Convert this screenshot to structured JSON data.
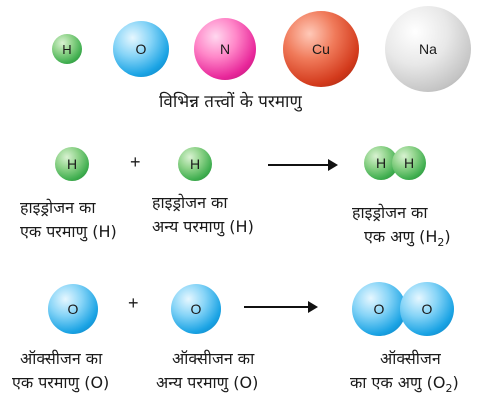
{
  "top_row": {
    "atoms": [
      "H",
      "O",
      "N",
      "Cu",
      "Na"
    ],
    "caption": "विभिन्न तत्त्वों के परमाणु"
  },
  "hydrogen_row": {
    "atom1": "H",
    "atom2": "H",
    "plus": "+",
    "product_atoms": [
      "H",
      "H"
    ],
    "label1_line1": "हाइड्रोजन का",
    "label1_line2": "एक परमाणु (H)",
    "label2_line1": "हाइड्रोजन का",
    "label2_line2": "अन्य परमाणु (H)",
    "label3_line1": "हाइड्रोजन का",
    "label3_line2_text": "एक अणु (H",
    "label3_sub": "2",
    "label3_close": ")"
  },
  "oxygen_row": {
    "atom1": "O",
    "atom2": "O",
    "plus": "+",
    "product_atoms": [
      "O",
      "O"
    ],
    "label1_line1": "ऑक्सीजन का",
    "label1_line2": "एक परमाणु (O)",
    "label2_line1": "ऑक्सीजन का",
    "label2_line2": "अन्य परमाणु (O)",
    "label3_line1": "ऑक्सीजन",
    "label3_line2_text": "का एक अणु (O",
    "label3_sub": "2",
    "label3_close": ")"
  }
}
